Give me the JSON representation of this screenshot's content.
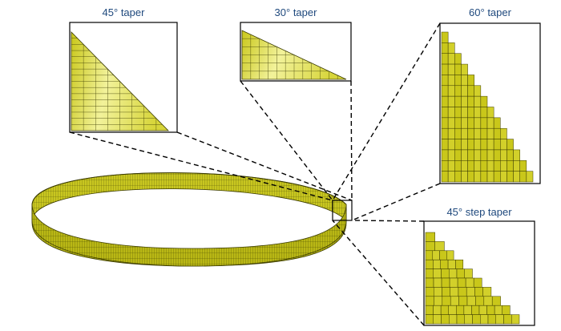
{
  "panels": [
    {
      "id": "taper-45",
      "title": "45° taper",
      "type": "smooth"
    },
    {
      "id": "taper-30",
      "title": "30° taper",
      "type": "smooth"
    },
    {
      "id": "taper-60",
      "title": "60° taper",
      "type": "stepped",
      "rows": 14
    },
    {
      "id": "step-taper-45",
      "title": "45° step taper",
      "type": "stepped",
      "rows": 10
    }
  ],
  "colors": {
    "mesh_fill": "#c9c71a",
    "mesh_light": "#eeee88",
    "mesh_dark": "#8a8a10",
    "mesh_line": "#3a3a00",
    "title": "#1f497d",
    "frame": "#000000"
  },
  "icons": [
    "ring-band-model",
    "zoom-marker-box"
  ]
}
